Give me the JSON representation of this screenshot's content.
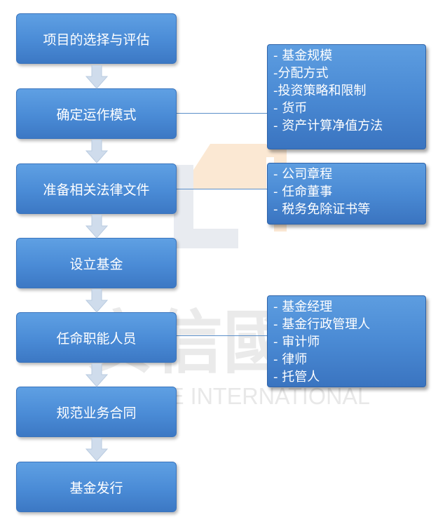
{
  "steps": [
    {
      "label": "项目的选择与评估"
    },
    {
      "label": "确定运作模式"
    },
    {
      "label": "准备相关法律文件"
    },
    {
      "label": "设立基金"
    },
    {
      "label": "任命职能人员"
    },
    {
      "label": "规范业务合同"
    },
    {
      "label": "基金发行"
    }
  ],
  "notes": {
    "operating_mode": [
      "- 基金规模",
      "-分配方式",
      "-投资策略和限制",
      "- 货币",
      "- 资产计算净值方法"
    ],
    "legal_documents": [
      "- 公司章程",
      "- 任命董事",
      "- 税务免除证书等"
    ],
    "personnel": [
      "- 基金经理",
      "- 基金行政管理人",
      "- 审计师",
      "- 律师",
      "- 托管人"
    ]
  },
  "watermark": {
    "chinese": "安信國際",
    "english": "ESSENCE INTERNATIONAL"
  },
  "colors": {
    "box_fill": "#4a8bd6",
    "arrow_fill": "#cfdcec",
    "connector": "#5b8fc9",
    "watermark": "#e4e4e4",
    "watermark_accent": "#fbe6cf"
  }
}
